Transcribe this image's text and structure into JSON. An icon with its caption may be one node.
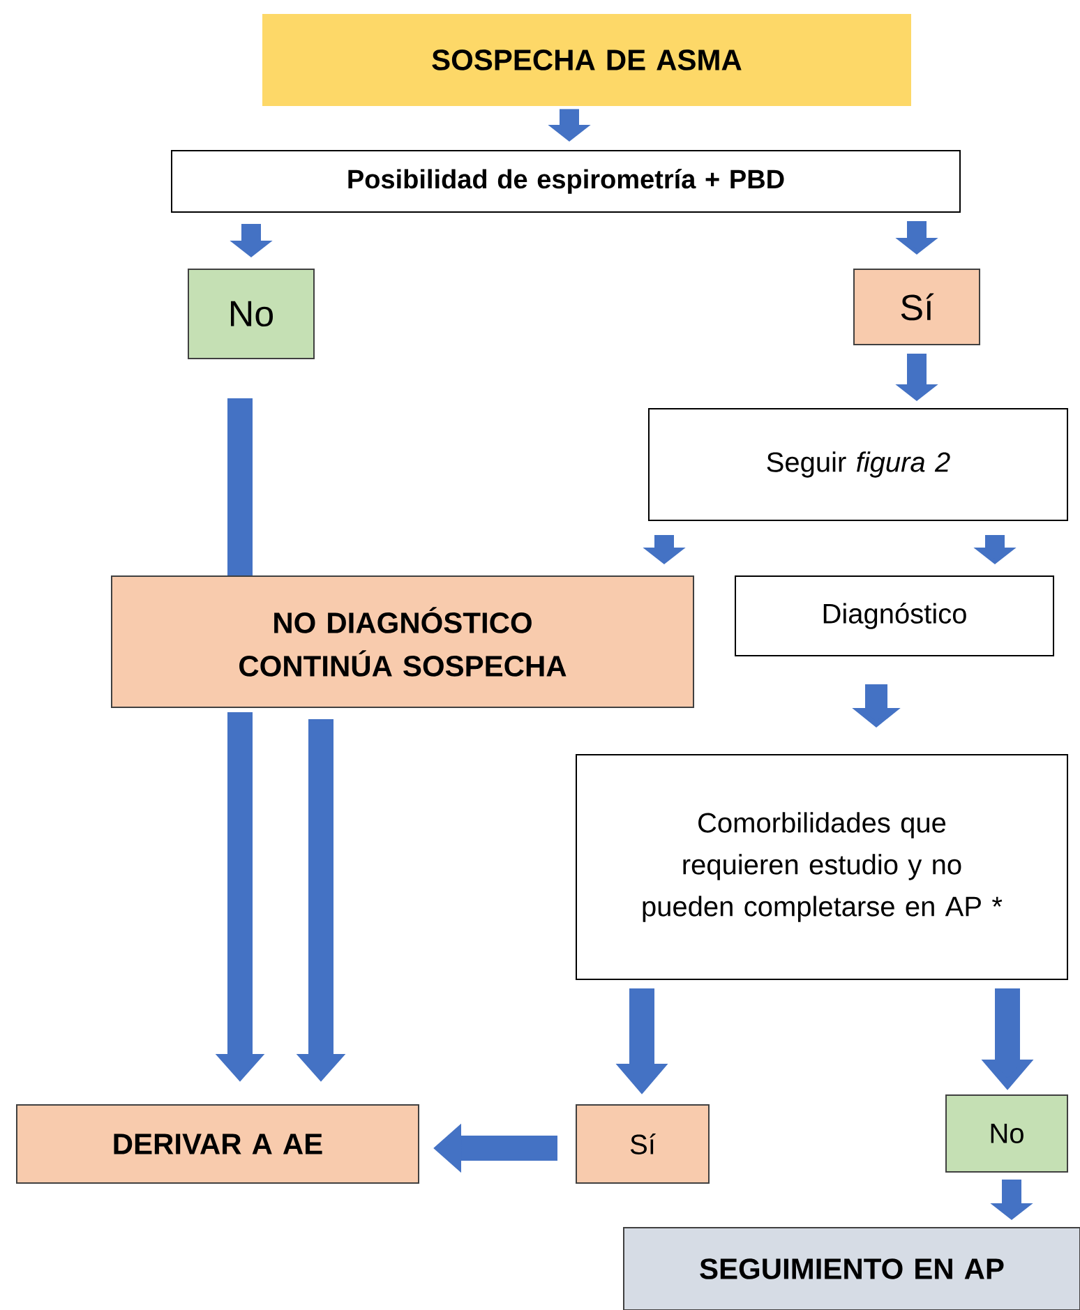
{
  "diagram": {
    "nodes": [
      {
        "text": [
          "SOSPECHA DE ASMA"
        ]
      },
      {
        "text": [
          "Posibilidad de espirometría + PBD"
        ]
      },
      {
        "text": [
          "No"
        ]
      },
      {
        "text": [
          "Sí"
        ]
      },
      {
        "text": [
          "Seguir *figura 2*"
        ]
      },
      {
        "text": [
          "NO DIAGNÓSTICO CONTINÚA SOSPECHA"
        ]
      },
      {
        "text": [
          "Diagnóstico"
        ]
      },
      {
        "text": [
          "Comorbilidades que requieren estudio y no pueden completarse en AP *"
        ]
      },
      {
        "text": [
          "DERIVAR A AE"
        ]
      },
      {
        "text": [
          "Sí"
        ]
      },
      {
        "text": [
          "No"
        ]
      },
      {
        "text": [
          "SEGUIMIENTO EN AP"
        ]
      }
    ],
    "edges": [
      {
        "from": 0,
        "to": 1,
        "arrow": "to"
      },
      {
        "from": 1,
        "to": 2,
        "arrow": "to"
      },
      {
        "from": 1,
        "to": 3,
        "arrow": "to"
      },
      {
        "from": 3,
        "to": 4,
        "arrow": "to"
      },
      {
        "from": 2,
        "to": 5,
        "arrow": "none"
      },
      {
        "from": 4,
        "to": 5,
        "arrow": "to"
      },
      {
        "from": 4,
        "to": 6,
        "arrow": "to"
      },
      {
        "from": 5,
        "to": 8,
        "arrow": "to"
      },
      {
        "from": 5,
        "to": 8,
        "arrow": "to"
      },
      {
        "from": 6,
        "to": 7,
        "arrow": "to"
      },
      {
        "from": 7,
        "to": 9,
        "arrow": "to"
      },
      {
        "from": 7,
        "to": 10,
        "arrow": "to"
      },
      {
        "from": 9,
        "to": 8,
        "arrow": "to"
      },
      {
        "from": 10,
        "to": 11,
        "arrow": "to"
      }
    ]
  }
}
